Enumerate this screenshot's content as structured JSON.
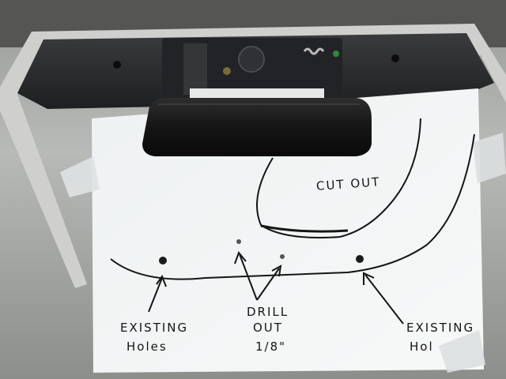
{
  "photo": {
    "annotations": {
      "cut_out": "CUT OUT",
      "drill_out_line1": "DRILL",
      "drill_out_line2": "OUT",
      "drill_out_line3": "1/8\"",
      "existing_holes_left_line1": "EXISTING",
      "existing_holes_left_line2": "Holes",
      "existing_holes_right_line1": "EXISTING",
      "existing_holes_right_line2": "Hol"
    },
    "colors": {
      "tailgate_silver": "#b4b6b4",
      "recess_dark": "#2a2b2d",
      "paper": "#f2f4f4",
      "handle_black": "#161616",
      "ink": "#151515"
    }
  }
}
